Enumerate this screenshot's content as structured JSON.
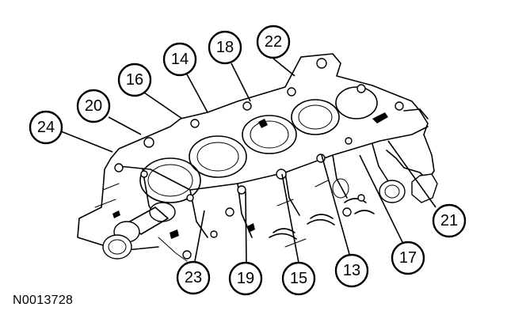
{
  "figure_code": "N0013728",
  "callouts": [
    {
      "id": "c24",
      "label": "24"
    },
    {
      "id": "c20",
      "label": "20"
    },
    {
      "id": "c16",
      "label": "16"
    },
    {
      "id": "c14",
      "label": "14"
    },
    {
      "id": "c18",
      "label": "18"
    },
    {
      "id": "c22",
      "label": "22"
    },
    {
      "id": "c21",
      "label": "21"
    },
    {
      "id": "c17",
      "label": "17"
    },
    {
      "id": "c13",
      "label": "13"
    },
    {
      "id": "c15",
      "label": "15"
    },
    {
      "id": "c19",
      "label": "19"
    },
    {
      "id": "c23",
      "label": "23"
    }
  ]
}
